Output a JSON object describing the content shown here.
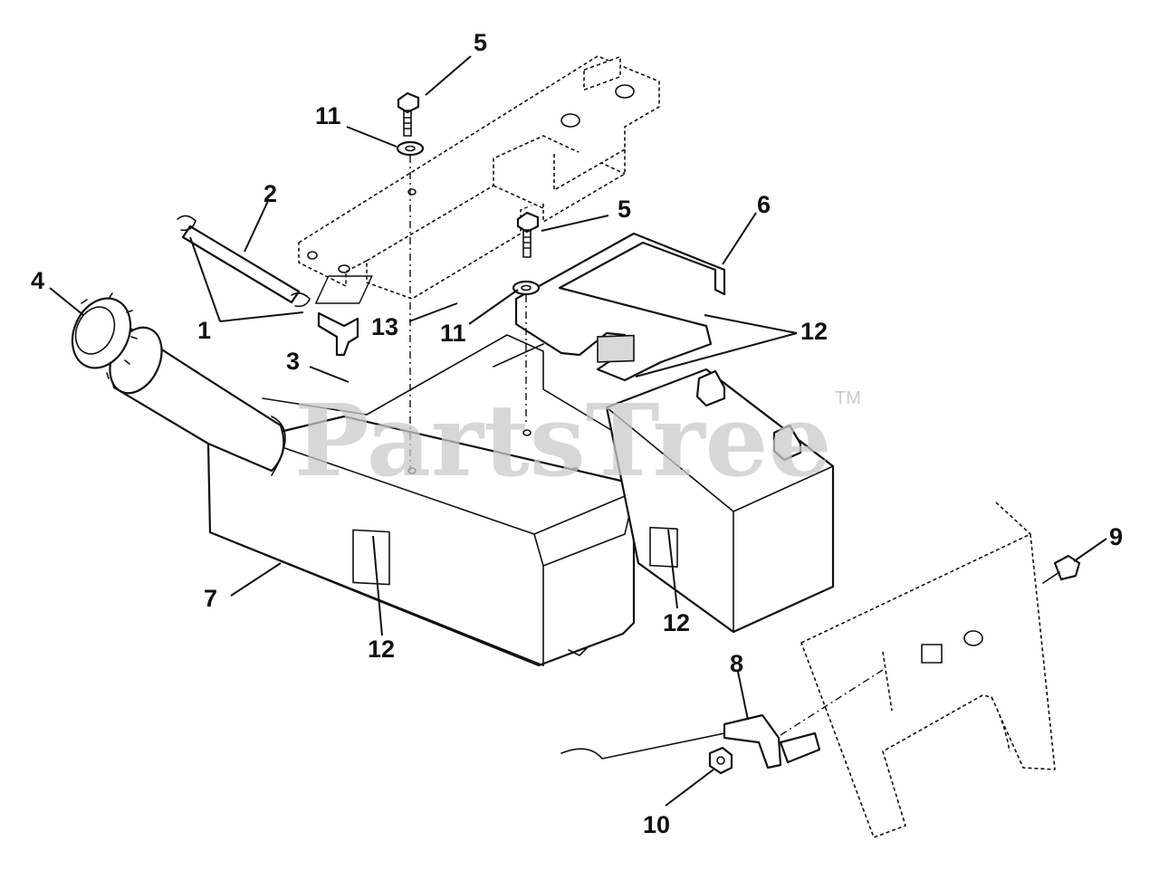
{
  "watermark": {
    "text": "PartsTree",
    "tm": "TM"
  },
  "callouts": {
    "c1": "1",
    "c2": "2",
    "c3": "3",
    "c4": "4",
    "c5a": "5",
    "c5b": "5",
    "c6": "6",
    "c7": "7",
    "c8": "8",
    "c9": "9",
    "c10": "10",
    "c11a": "11",
    "c11b": "11",
    "c12a": "12",
    "c12b": "12",
    "c12c": "12",
    "c13": "13"
  },
  "colors": {
    "line": "#111111",
    "watermark": "#c9c9c9",
    "background": "#ffffff"
  }
}
